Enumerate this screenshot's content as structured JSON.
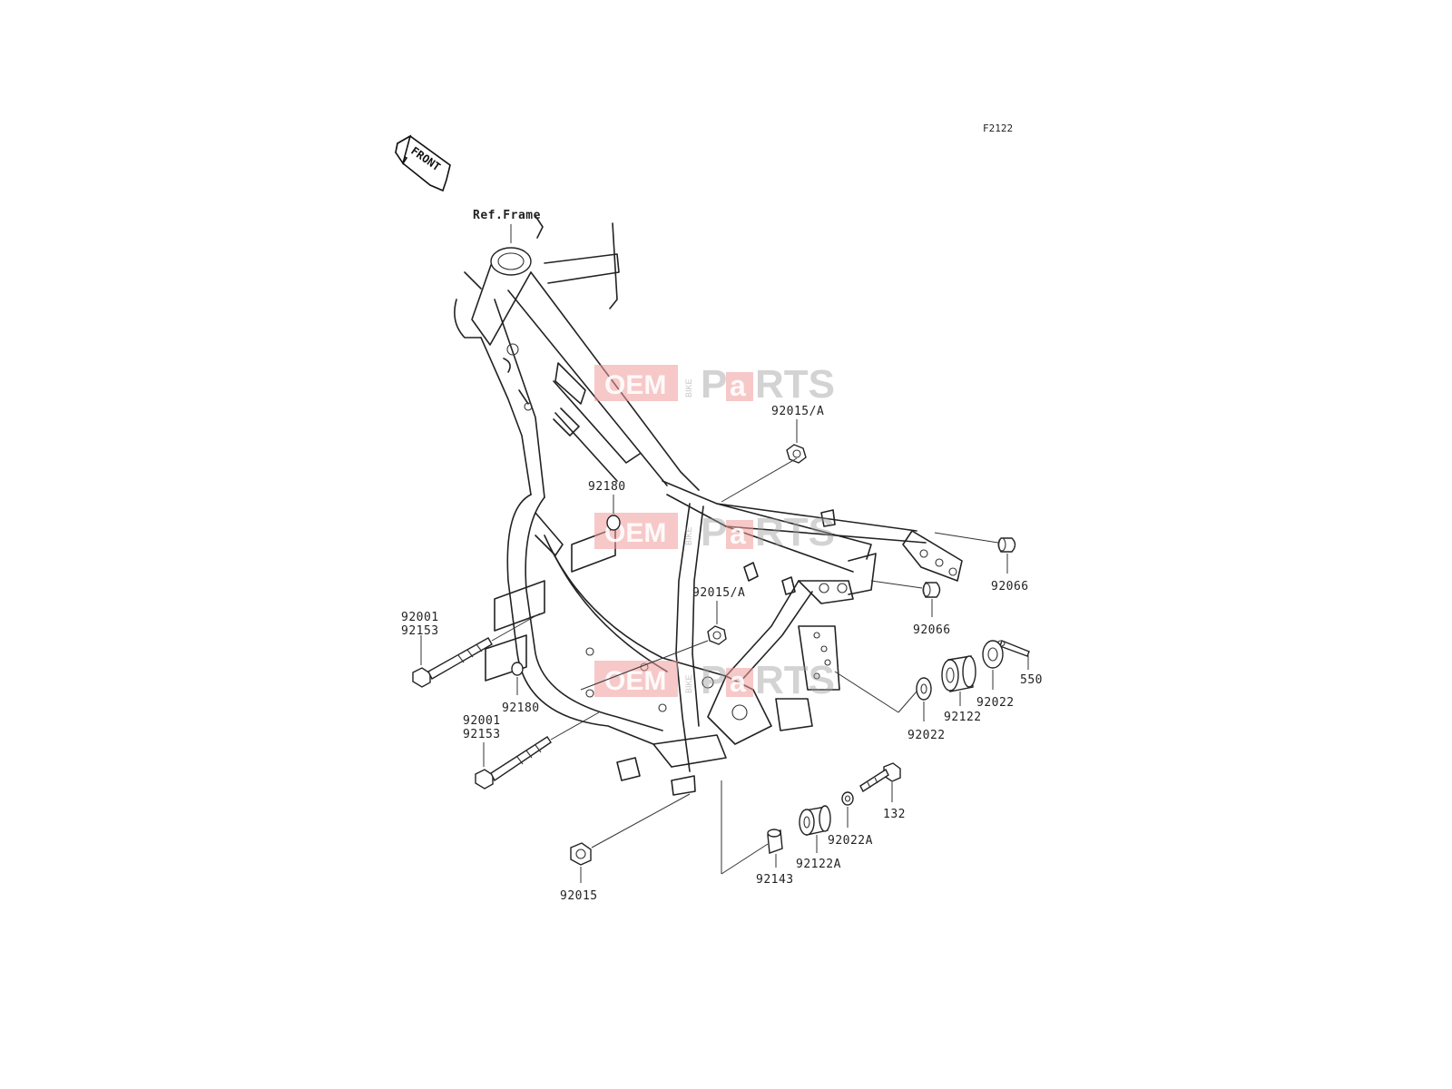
{
  "diagram": {
    "code": "F2122",
    "front_label": "FRONT",
    "ref_label": "Ref.Frame",
    "watermark": {
      "left": "OEM",
      "side": "BIKE",
      "right_a": "P",
      "right_b": "a",
      "right_c": "RTS"
    },
    "parts": {
      "p92015A_top": "92015/A",
      "p92180_mid": "92180",
      "p92015A_mid": "92015/A",
      "p92066_right": "92066",
      "p92066_mid": "92066",
      "p92001_a": "92001",
      "p92153_a": "92153",
      "p92180_low": "92180",
      "p92001_b": "92001",
      "p92153_b": "92153",
      "p550": "550",
      "p92022_right": "92022",
      "p92122": "92122",
      "p92022_left": "92022",
      "p132": "132",
      "p92022A": "92022A",
      "p92122A": "92122A",
      "p92143": "92143",
      "p92015": "92015"
    }
  }
}
